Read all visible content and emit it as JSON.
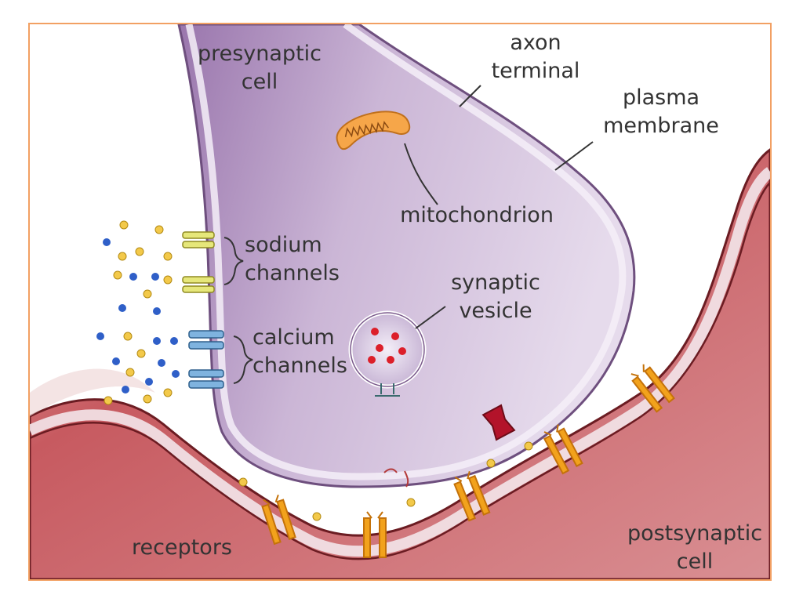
{
  "labels": {
    "presynaptic_cell": [
      "presynaptic",
      "cell"
    ],
    "axon_terminal": [
      "axon",
      "terminal"
    ],
    "plasma_membrane": [
      "plasma",
      "membrane"
    ],
    "mitochondrion": "mitochondrion",
    "sodium_channels": [
      "sodium",
      "channels"
    ],
    "synaptic_vesicle": [
      "synaptic",
      "vesicle"
    ],
    "calcium_channels": [
      "calcium",
      "channels"
    ],
    "receptors": "receptors",
    "postsynaptic_cell": [
      "postsynaptic",
      "cell"
    ]
  },
  "colors": {
    "frame_border": "#f2a063",
    "presynaptic_fill": "#cbb6d6",
    "presynaptic_dark": "#9a76ad",
    "membrane": "#6e4f7e",
    "postsynaptic_fill": "#c4545c",
    "postsynaptic_light": "#efc4c4",
    "receptor": "#f2a21c",
    "receptor_outline": "#c4720a",
    "sodium_ion": "#f3c94a",
    "calcium_ion": "#2f5fc8",
    "neurotransmitter": "#dc1f2a",
    "sodium_channel": "#e6e77a",
    "calcium_channel": "#7fb3df",
    "blocked_receptor": "#b3132a",
    "mitochondrion": "#f6a649"
  }
}
